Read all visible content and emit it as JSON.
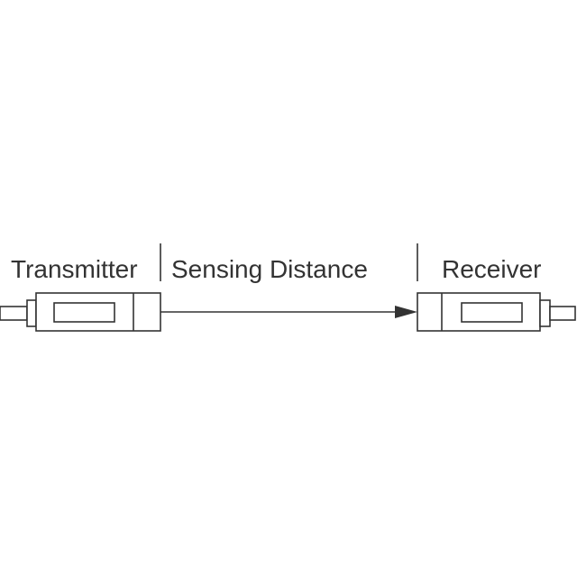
{
  "diagram": {
    "labels": {
      "transmitter": "Transmitter",
      "sensing_distance": "Sensing Distance",
      "receiver": "Receiver"
    },
    "colors": {
      "line": "#333333",
      "background": "#ffffff"
    },
    "icons": {
      "arrow": "arrow-right-icon"
    }
  }
}
